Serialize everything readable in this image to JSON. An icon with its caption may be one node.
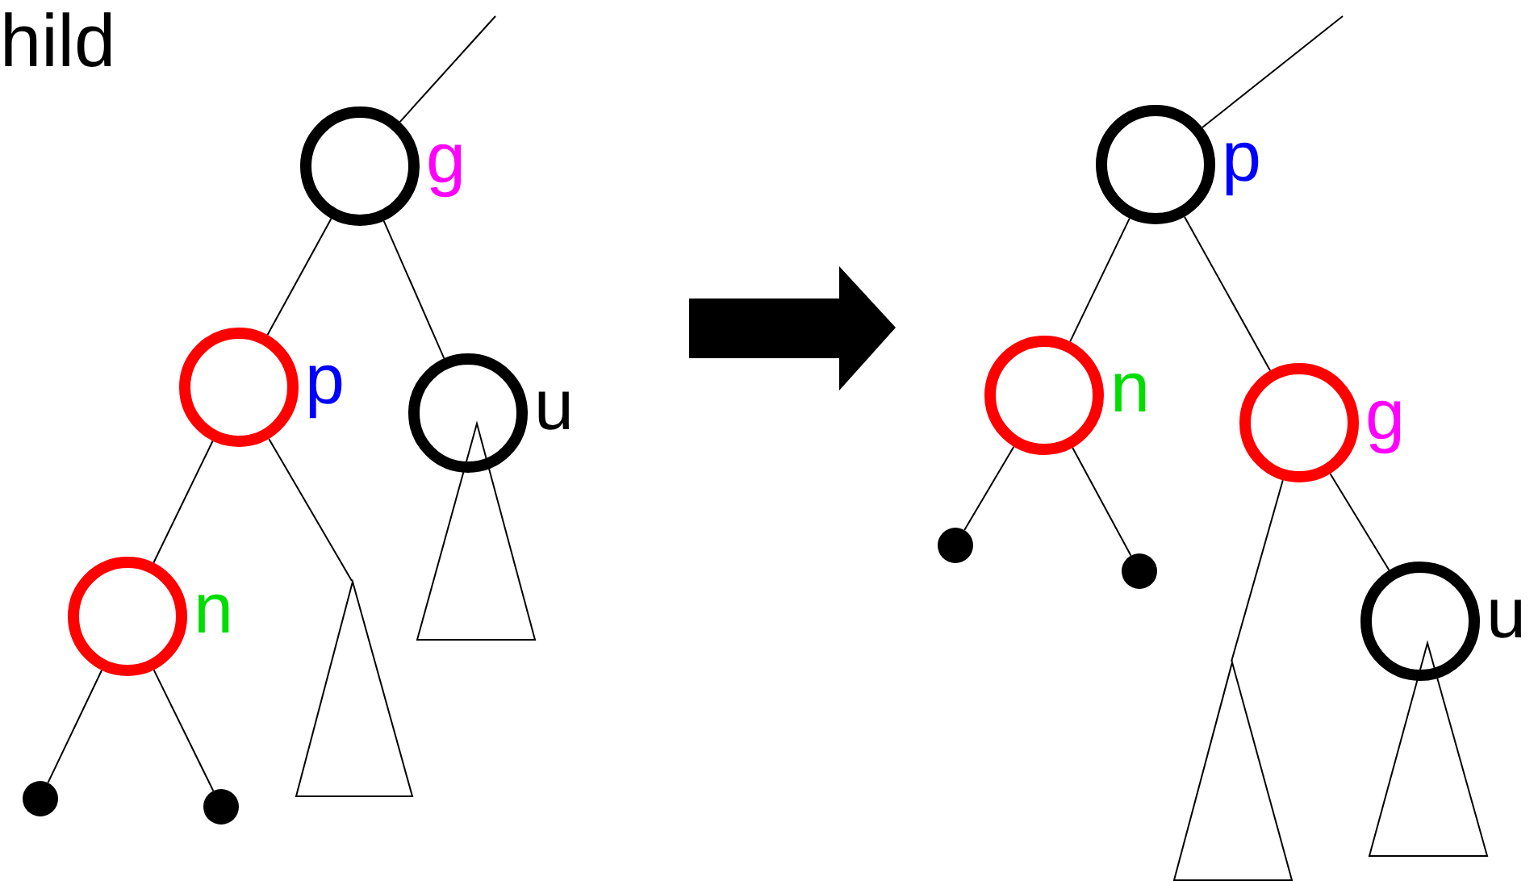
{
  "diagram": {
    "nodes": [
      {
        "text": [],
        "shape": "circle",
        "beside": [
          "g"
        ]
      },
      {
        "text": [],
        "shape": "circle",
        "beside": [
          "p"
        ]
      },
      {
        "text": [],
        "shape": "circle",
        "beside": [
          "u"
        ]
      },
      {
        "text": [],
        "shape": "circle",
        "beside": [
          "n"
        ]
      },
      {
        "text": [],
        "shape": "triangle"
      },
      {
        "text": [],
        "shape": "triangle"
      },
      {
        "text": [],
        "shape": "dot"
      },
      {
        "text": [],
        "shape": "dot"
      },
      {
        "text": [],
        "shape": "circle",
        "beside": [
          "p"
        ]
      },
      {
        "text": [],
        "shape": "circle",
        "beside": [
          "n"
        ]
      },
      {
        "text": [],
        "shape": "circle",
        "beside": [
          "g"
        ]
      },
      {
        "text": [],
        "shape": "dot"
      },
      {
        "text": [],
        "shape": "dot"
      },
      {
        "text": [],
        "shape": "triangle"
      },
      {
        "text": [],
        "shape": "circle",
        "beside": [
          "u"
        ]
      },
      {
        "text": [],
        "shape": "triangle"
      }
    ],
    "edges": [
      {
        "from": 0,
        "to": null,
        "arrow": "none"
      },
      {
        "from": 0,
        "to": 1,
        "arrow": "none"
      },
      {
        "from": 0,
        "to": 2,
        "arrow": "none"
      },
      {
        "from": 1,
        "to": 3,
        "arrow": "none"
      },
      {
        "from": 1,
        "to": 4,
        "arrow": "none"
      },
      {
        "from": 3,
        "to": 6,
        "arrow": "none"
      },
      {
        "from": 3,
        "to": 7,
        "arrow": "none"
      },
      {
        "from": 8,
        "to": null,
        "arrow": "none"
      },
      {
        "from": 8,
        "to": 9,
        "arrow": "none"
      },
      {
        "from": 8,
        "to": 10,
        "arrow": "none"
      },
      {
        "from": 9,
        "to": 11,
        "arrow": "none"
      },
      {
        "from": 9,
        "to": 12,
        "arrow": "none"
      },
      {
        "from": 10,
        "to": 13,
        "arrow": "none"
      },
      {
        "from": 10,
        "to": 14,
        "arrow": "none"
      }
    ],
    "labels": [
      "hild"
    ]
  }
}
